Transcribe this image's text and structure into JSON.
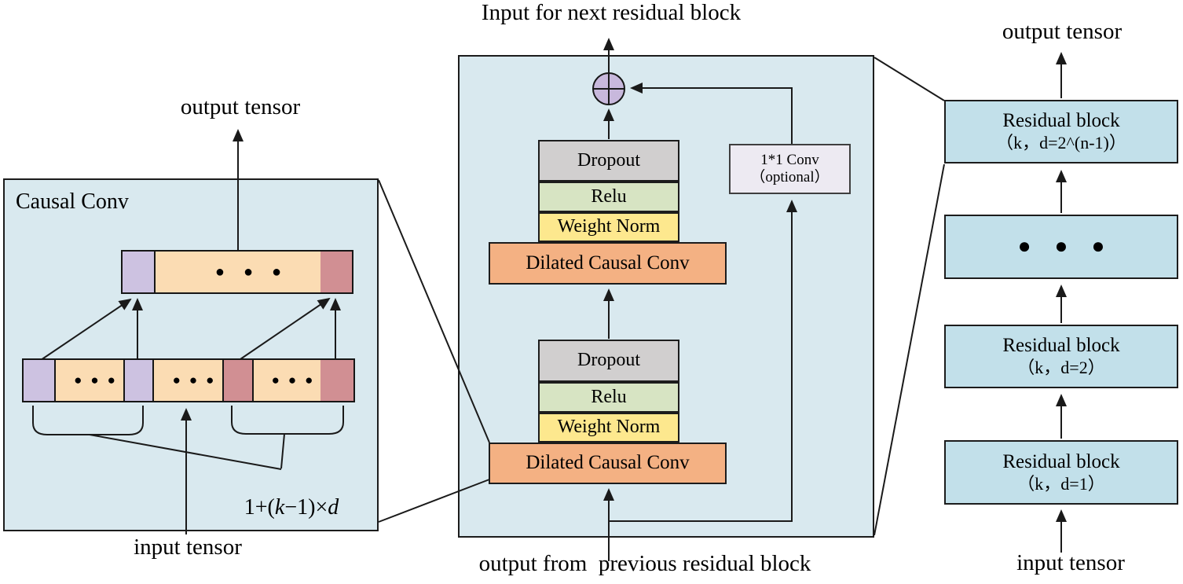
{
  "left_panel": {
    "title": "Causal Conv",
    "output_label": "output tensor",
    "input_label": "input tensor",
    "formula_parts": [
      "1+(",
      "k",
      "−1)×",
      "d"
    ],
    "dots": "●●●"
  },
  "middle_panel": {
    "top_label": "Input for next residual block",
    "bottom_label": "output from  previous residual block",
    "dropout_label": "Dropout",
    "relu_label": "Relu",
    "weight_norm_label": "Weight Norm",
    "dilated_conv_label": "Dilated Causal Conv",
    "conv1x1_line1": "1*1 Conv",
    "conv1x1_line2": "（optional）"
  },
  "right_panel": {
    "output_label": "output tensor",
    "input_label": "input tensor",
    "residual_label": "Residual block",
    "block1_param": "（k，d=2^(n-1)）",
    "block3_param": "（k，d=2）",
    "block4_param": "（k，d=1）",
    "dots": "●●●"
  },
  "colors": {
    "panel_bg": "#d9e9ef",
    "right_block_bg": "#c2e0ea",
    "bar_orange": "#fbdcb3",
    "cell_purple": "#cdc2e1",
    "cell_red": "#d18f93",
    "dropout_gray": "#d1cfcf",
    "relu_green": "#d7e4c3",
    "weight_norm_yellow": "#fde88e",
    "dilated_orange": "#f4b183",
    "sum_circle": "#c8b8dc",
    "conv1x1_bg": "#edeaf2",
    "line": "#1a1a1a"
  }
}
